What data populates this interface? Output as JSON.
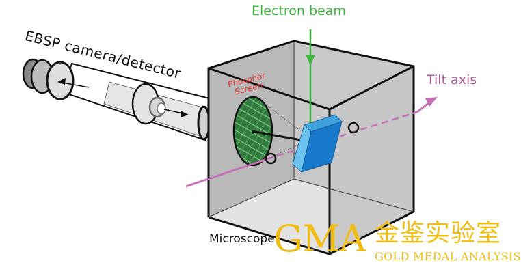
{
  "labels": {
    "camera": "EBSP camera/detector",
    "electron_beam": "Electron beam",
    "tilt_axis": "Tilt axis",
    "phosphor_screen_line1": "Phosphor",
    "phosphor_screen_line2": "Screen",
    "microscope": "Microscope"
  },
  "watermark": {
    "brand": "GMA",
    "chinese": "金鉴实验室",
    "english": "GOLD MEDAL ANALYSIS"
  },
  "colors": {
    "electron_beam": "#3db53d",
    "tilt_axis": "#b0589e",
    "phosphor_label": "#e53232",
    "sample_light": "#6cc3f0",
    "sample_dark": "#1679c9",
    "watermark": "#f1bd12",
    "chamber_wall": "#c2c2c2"
  }
}
